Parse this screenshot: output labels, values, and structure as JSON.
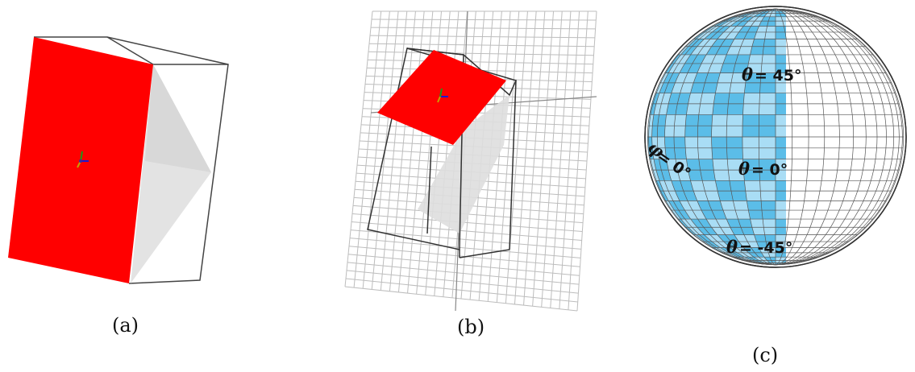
{
  "panels": [
    {
      "id": "a",
      "caption": "(a)"
    },
    {
      "id": "b",
      "caption": "(b)"
    },
    {
      "id": "c",
      "caption": "(c)"
    }
  ],
  "sphere_labels": {
    "theta_symbol": "θ",
    "phi_symbol": "φ",
    "theta_45": "= 45°",
    "theta_0": "= 0°",
    "theta_neg45": "= -45°",
    "phi_0": "= 0°"
  },
  "colors": {
    "plane_fill": "#ff0000",
    "box_edge": "#333333",
    "shadow": "#e3e3e3",
    "grid": "#bdbdbd",
    "sphere_light": "#a9ddf5",
    "sphere_dark": "#5bbde8",
    "sphere_mesh": "#555555"
  }
}
